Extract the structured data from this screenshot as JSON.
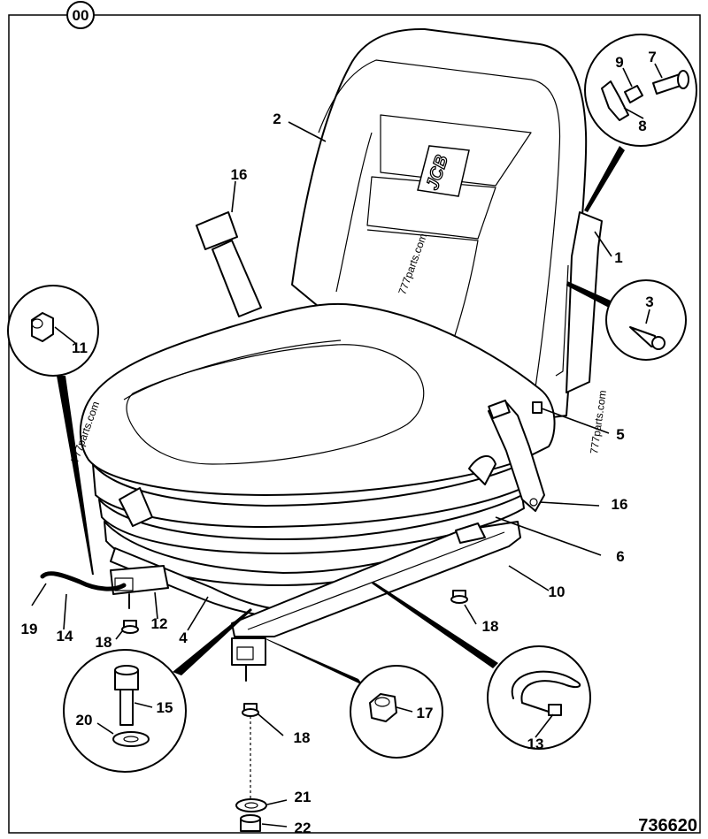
{
  "diagram": {
    "view_label": "00",
    "drawing_number": "736620",
    "brand_logo_text": "JCB",
    "watermarks": [
      "777parts.com",
      "777parts.com",
      "777parts.com"
    ],
    "callouts": [
      "1",
      "2",
      "3",
      "4",
      "5",
      "6",
      "7",
      "8",
      "9",
      "10",
      "11",
      "12",
      "13",
      "14",
      "15",
      "16",
      "16",
      "17",
      "18",
      "18",
      "18",
      "19",
      "20",
      "21",
      "22"
    ]
  }
}
